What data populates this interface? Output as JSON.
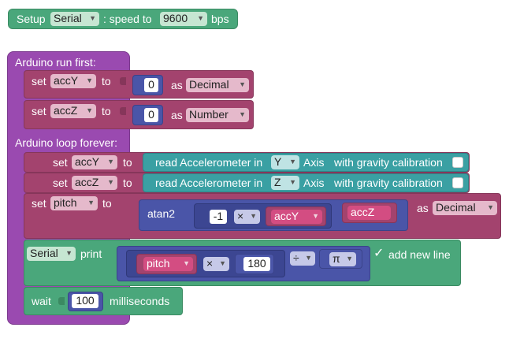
{
  "setup": {
    "label": "Setup",
    "port": "Serial",
    "speed_label": ": speed to",
    "speed": "9600",
    "unit": "bps"
  },
  "run_first": {
    "header": "Arduino run first:",
    "set1": {
      "set": "set",
      "var": "accY",
      "to": "to",
      "value": "0",
      "as": "as",
      "type": "Decimal"
    },
    "set2": {
      "set": "set",
      "var": "accZ",
      "to": "to",
      "value": "0",
      "as": "as",
      "type": "Number"
    }
  },
  "loop": {
    "header": "Arduino loop forever:",
    "set_accY": {
      "set": "set",
      "var": "accY",
      "to": "to",
      "read": "read Accelerometer in",
      "axis": "Y",
      "axis_label": "Axis",
      "gravity": "with gravity calibration"
    },
    "set_accZ": {
      "set": "set",
      "var": "accZ",
      "to": "to",
      "read": "read Accelerometer in",
      "axis": "Z",
      "axis_label": "Axis",
      "gravity": "with gravity calibration"
    },
    "set_pitch": {
      "set": "set",
      "var": "pitch",
      "to": "to",
      "func": "atan2",
      "neg": "-1",
      "op": "×",
      "arg1": "accY",
      "arg2": "accZ",
      "as": "as",
      "type": "Decimal"
    },
    "print": {
      "port": "Serial",
      "label": "print",
      "var": "pitch",
      "op1": "×",
      "num": "180",
      "op2": "÷",
      "pi": "π",
      "check": "✓",
      "newline": "add new line"
    },
    "wait": {
      "label": "wait",
      "value": "100",
      "unit": "milliseconds"
    }
  },
  "icons": {
    "arrow": "▾"
  }
}
